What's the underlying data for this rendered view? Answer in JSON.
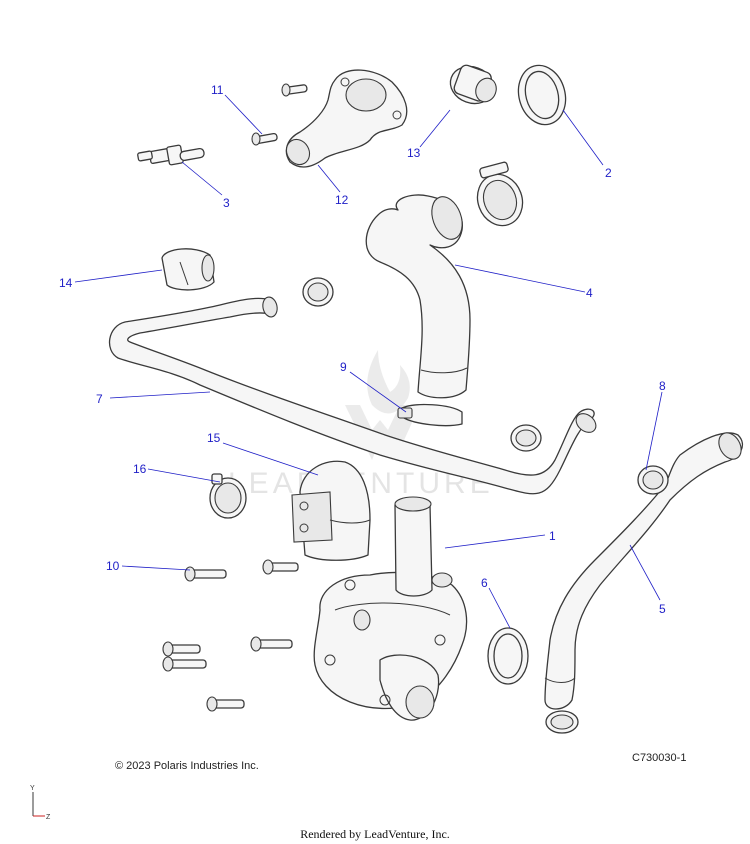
{
  "diagram": {
    "watermark": "LEADVENTURE",
    "callouts": [
      {
        "id": "1",
        "label": "1"
      },
      {
        "id": "2",
        "label": "2"
      },
      {
        "id": "3",
        "label": "3"
      },
      {
        "id": "4",
        "label": "4"
      },
      {
        "id": "5",
        "label": "5"
      },
      {
        "id": "6",
        "label": "6"
      },
      {
        "id": "7",
        "label": "7"
      },
      {
        "id": "8",
        "label": "8"
      },
      {
        "id": "9",
        "label": "9"
      },
      {
        "id": "10",
        "label": "10"
      },
      {
        "id": "11",
        "label": "11"
      },
      {
        "id": "12",
        "label": "12"
      },
      {
        "id": "13",
        "label": "13"
      },
      {
        "id": "14",
        "label": "14"
      },
      {
        "id": "15",
        "label": "15"
      },
      {
        "id": "16",
        "label": "16"
      }
    ],
    "axes": {
      "y": "Y",
      "z": "Z"
    }
  },
  "footer": {
    "copyright": "© 2023 Polaris Industries Inc.",
    "drawing_code": "C730030-1",
    "rendered_by": "Rendered by LeadVenture, Inc."
  },
  "colors": {
    "callout": "#1f1fc7",
    "linework": "#3a3a3a"
  }
}
